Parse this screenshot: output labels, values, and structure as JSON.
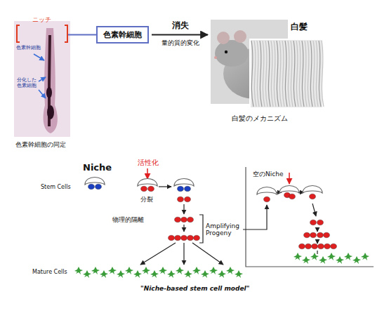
{
  "diagram": {
    "nodes": [
      {
        "text": [
          "色素幹細胞"
        ]
      }
    ],
    "labels": [
      "ニッチ",
      "色素幹細胞",
      "分化した色素細胞",
      "色素幹細胞の同定",
      "消失",
      "量的質的変化",
      "白髪",
      "白髪のメカニズム",
      "Niche",
      "活性化",
      "Stem Cells",
      "分裂",
      "空のNiche",
      "物理的隔離",
      "Amplifying Progeny",
      "Mature Cells",
      "\"Niche-based stem cell model\""
    ]
  }
}
